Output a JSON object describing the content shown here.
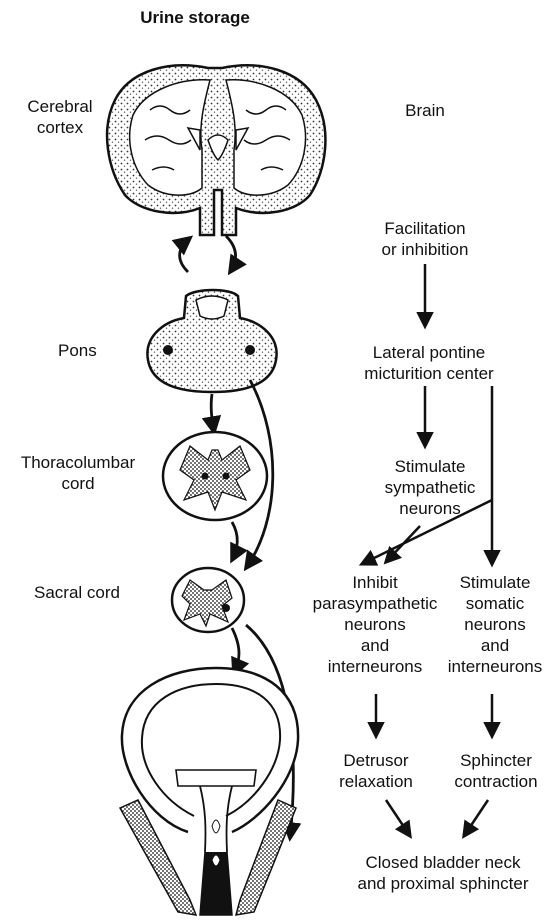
{
  "title": "Urine storage",
  "left_labels": {
    "cortex_line1": "Cerebral",
    "cortex_line2": "cortex",
    "pons": "Pons",
    "thoraco_line1": "Thoracolumbar",
    "thoraco_line2": "cord",
    "sacral": "Sacral cord"
  },
  "flow": {
    "brain": "Brain",
    "facilitation_line1": "Facilitation",
    "facilitation_line2": "or inhibition",
    "pontine_line1": "Lateral pontine",
    "pontine_line2": "micturition center",
    "sympathetic_line1": "Stimulate",
    "sympathetic_line2": "sympathetic",
    "sympathetic_line3": "neurons",
    "inhibit_line1": "Inhibit",
    "inhibit_line2": "parasympathetic",
    "inhibit_line3": "neurons",
    "inhibit_line4": "and",
    "inhibit_line5": "interneurons",
    "somatic_line1": "Stimulate",
    "somatic_line2": "somatic",
    "somatic_line3": "neurons",
    "somatic_line4": "and",
    "somatic_line5": "interneurons",
    "detrusor_line1": "Detrusor",
    "detrusor_line2": "relaxation",
    "sphincter_line1": "Sphincter",
    "sphincter_line2": "contraction",
    "closed_line1": "Closed bladder neck",
    "closed_line2": "and proximal sphincter"
  }
}
